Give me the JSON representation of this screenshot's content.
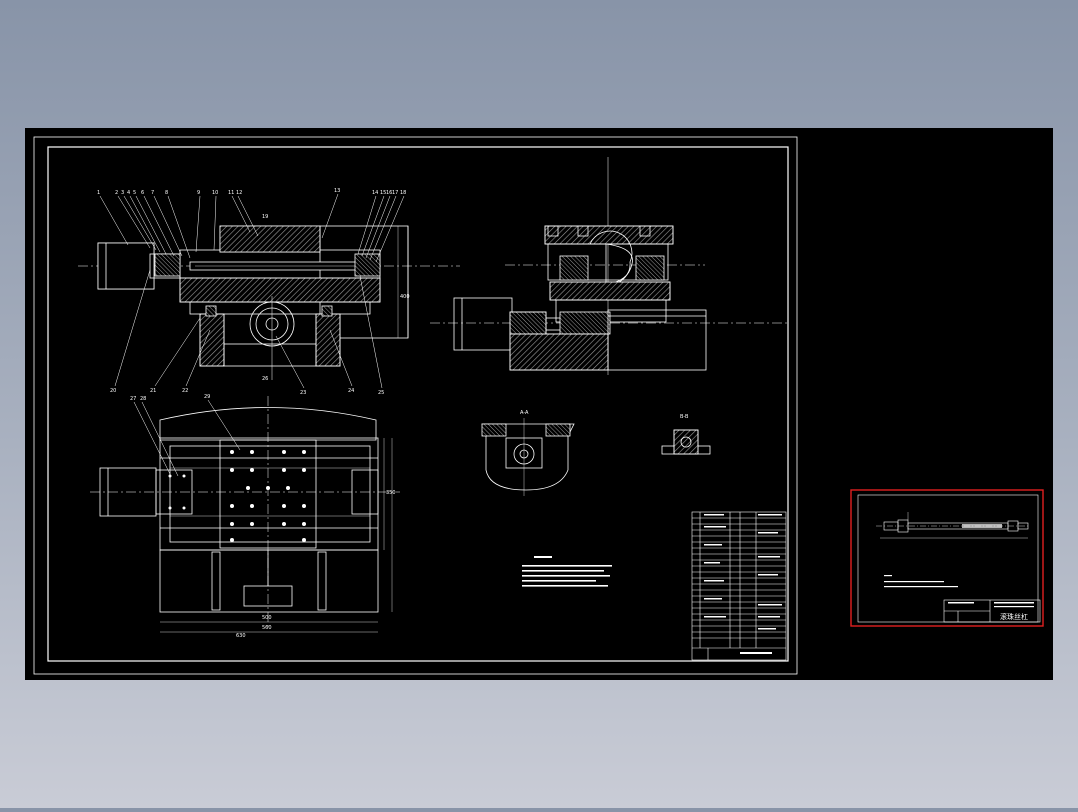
{
  "colors": {
    "background_top": "#8894a8",
    "background_bottom": "#c9ccd6",
    "model_space": "#000000",
    "line_white": "#ffffff",
    "hatch_gray": "#8c8c8c",
    "detail_frame_red": "#e02020"
  },
  "main_sheet": {
    "balloons_top_left": [
      "1",
      "2",
      "3",
      "4",
      "5",
      "6",
      "7",
      "8",
      "9",
      "10",
      "11",
      "12"
    ],
    "balloons_top_right": [
      "13",
      "14",
      "15",
      "16",
      "17",
      "18",
      "19"
    ],
    "balloons_bottom": [
      "20",
      "21",
      "22",
      "23",
      "24",
      "25",
      "26"
    ],
    "balloons_plan": [
      "27",
      "28",
      "29"
    ],
    "section_label_a": "A-A",
    "section_label_b": "B-B",
    "dims": {
      "width_a": "500",
      "width_b": "560",
      "width_c": "630",
      "height_a": "350",
      "height_b": "400"
    }
  },
  "detail_sheet": {
    "title": "滚珠丝杠"
  }
}
